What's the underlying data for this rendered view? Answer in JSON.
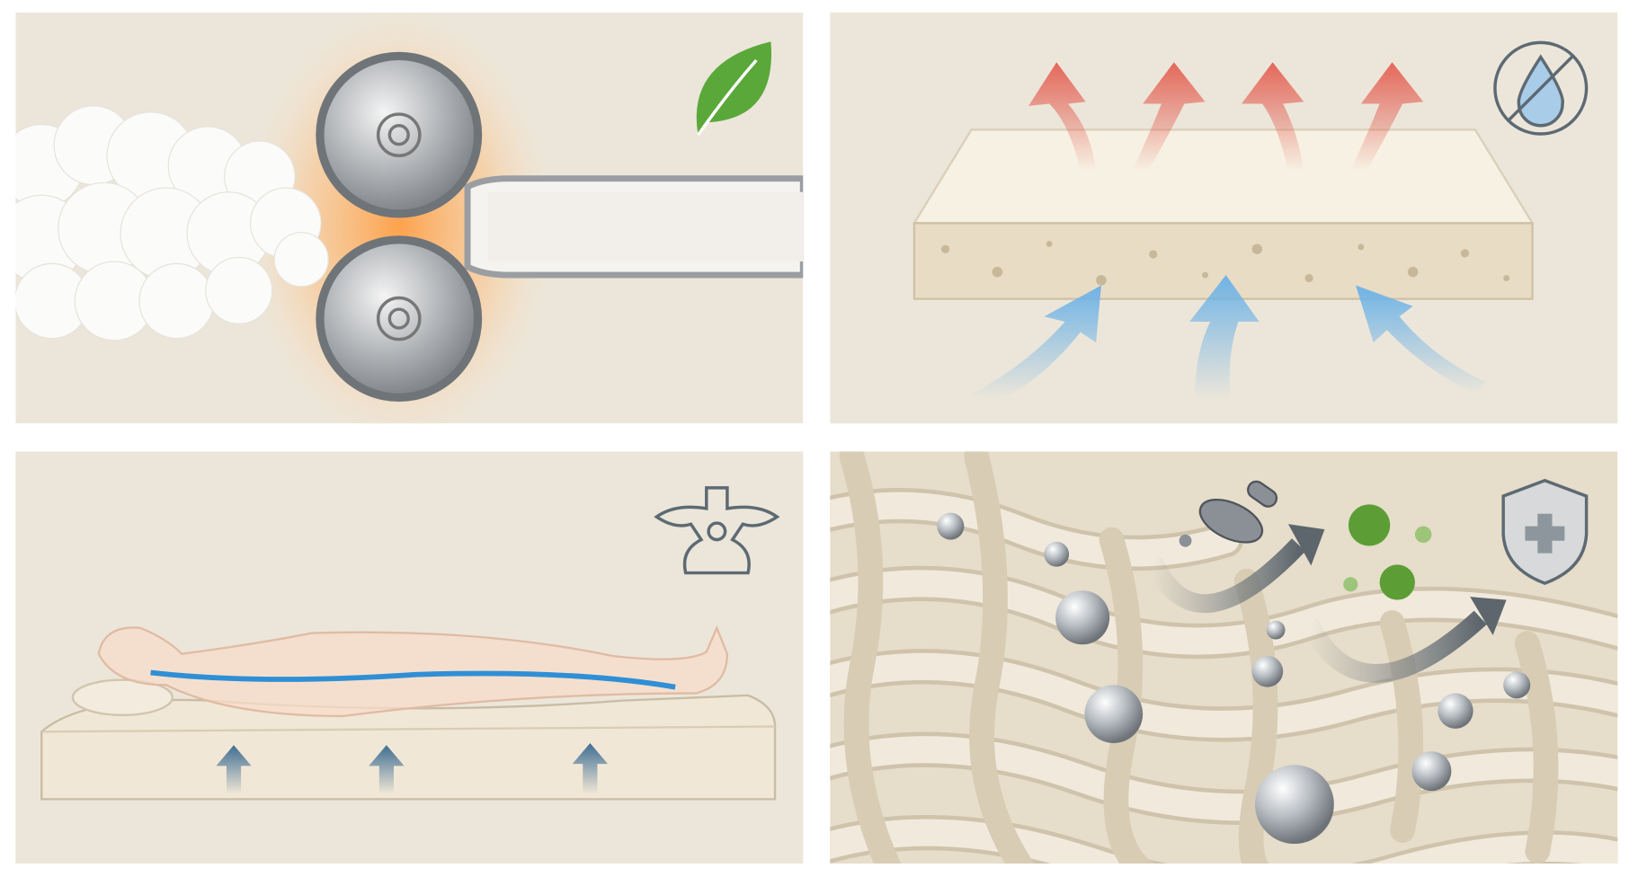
{
  "panels": [
    {
      "id": "thermal-bonding",
      "icon": "leaf-icon"
    },
    {
      "id": "breathability",
      "icon": "no-water-drop-icon"
    },
    {
      "id": "spine-support",
      "icon": "vertebra-icon"
    },
    {
      "id": "antibacterial",
      "icon": "shield-plus-icon"
    }
  ],
  "colors": {
    "panel_bg": "#ece6da",
    "frame": "#ffffff",
    "heat": "#f08a3c",
    "warm_arrow": "#e4675a",
    "cool_arrow": "#6fb3e6",
    "spine_line": "#2f8fd6",
    "leaf": "#5aa83a",
    "germ": "#5c9e35",
    "icon_gray": "#5d6a73",
    "fiber": "#ddd3c0"
  }
}
